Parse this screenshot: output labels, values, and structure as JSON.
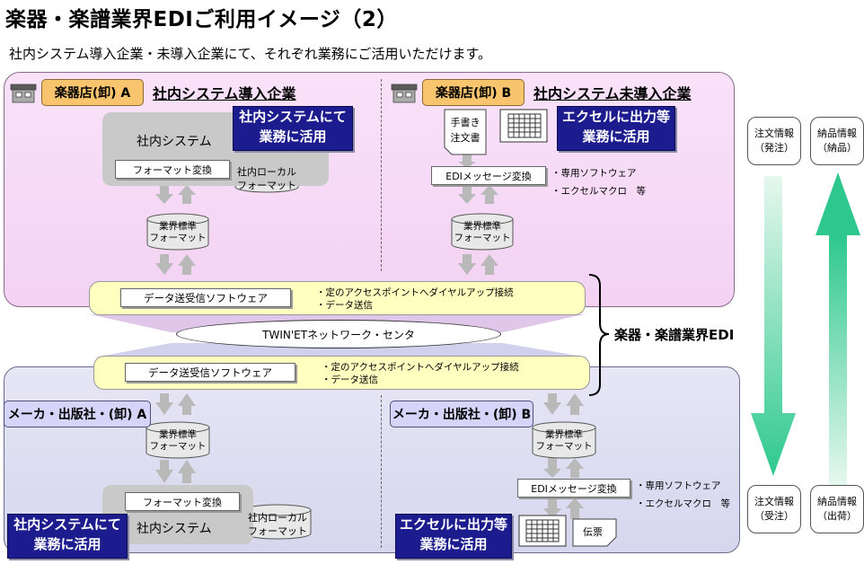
{
  "title": "楽器・楽譜業界EDIご利用イメージ（2）",
  "subtitle": "社内システム導入企業・未導入企業にて、それぞれ業務にご活用いただけます。",
  "top": {
    "left": {
      "store_label": "楽器店(卸) A",
      "heading": "社内システム導入企業",
      "system_name": "社内システム",
      "callout": [
        "社内システムにて",
        "業務に活用"
      ],
      "format_convert": "フォーマット変換",
      "local_format": [
        "社内ローカル",
        "フォーマット"
      ],
      "standard_format": [
        "業界標準",
        "フォーマット"
      ]
    },
    "right": {
      "store_label": "楽器店(卸) B",
      "heading": "社内システム未導入企業",
      "handwritten": [
        "手書き",
        "注文書"
      ],
      "callout": [
        "エクセルに出力等",
        "業務に活用"
      ],
      "edi_convert": "EDIメッセージ変換",
      "notes": [
        "・専用ソフトウェア",
        "・エクセルマクロ　等"
      ],
      "standard_format": [
        "業界標準",
        "フォーマット"
      ]
    },
    "comm": {
      "software": "データ送受信ソフトウェア",
      "notes": [
        "・定のアクセスポイントへダイヤルアップ接続",
        "・データ送信"
      ]
    }
  },
  "network": {
    "center": "TWIN'ETネットワーク・センタ",
    "edi_label": "楽器・楽譜業界EDI"
  },
  "bottom": {
    "comm": {
      "software": "データ送受信ソフトウェア",
      "notes": [
        "・定のアクセスポイントへダイヤルアップ接続",
        "・データ送信"
      ]
    },
    "left": {
      "maker_label": "メーカ・出版社・(卸) A",
      "standard_format": [
        "業界標準",
        "フォーマット"
      ],
      "format_convert": "フォーマット変換",
      "system_name": "社内システム",
      "local_format": [
        "社内ローカル",
        "フォーマット"
      ],
      "callout": [
        "社内システムにて",
        "業務に活用"
      ]
    },
    "right": {
      "maker_label": "メーカ・出版社・(卸) B",
      "standard_format": [
        "業界標準",
        "フォーマット"
      ],
      "edi_convert": "EDIメッセージ変換",
      "notes": [
        "・専用ソフトウェア",
        "・エクセルマクロ　等"
      ],
      "slip": "伝票",
      "callout": [
        "エクセルに出力等",
        "業務に活用"
      ]
    }
  },
  "legend": {
    "order_top": [
      "注文情報",
      "（発注）"
    ],
    "delivery_top": [
      "納品情報",
      "（納品）"
    ],
    "order_bottom": [
      "注文情報",
      "（受注）"
    ],
    "delivery_bottom": [
      "納品情報",
      "（出荷）"
    ]
  }
}
